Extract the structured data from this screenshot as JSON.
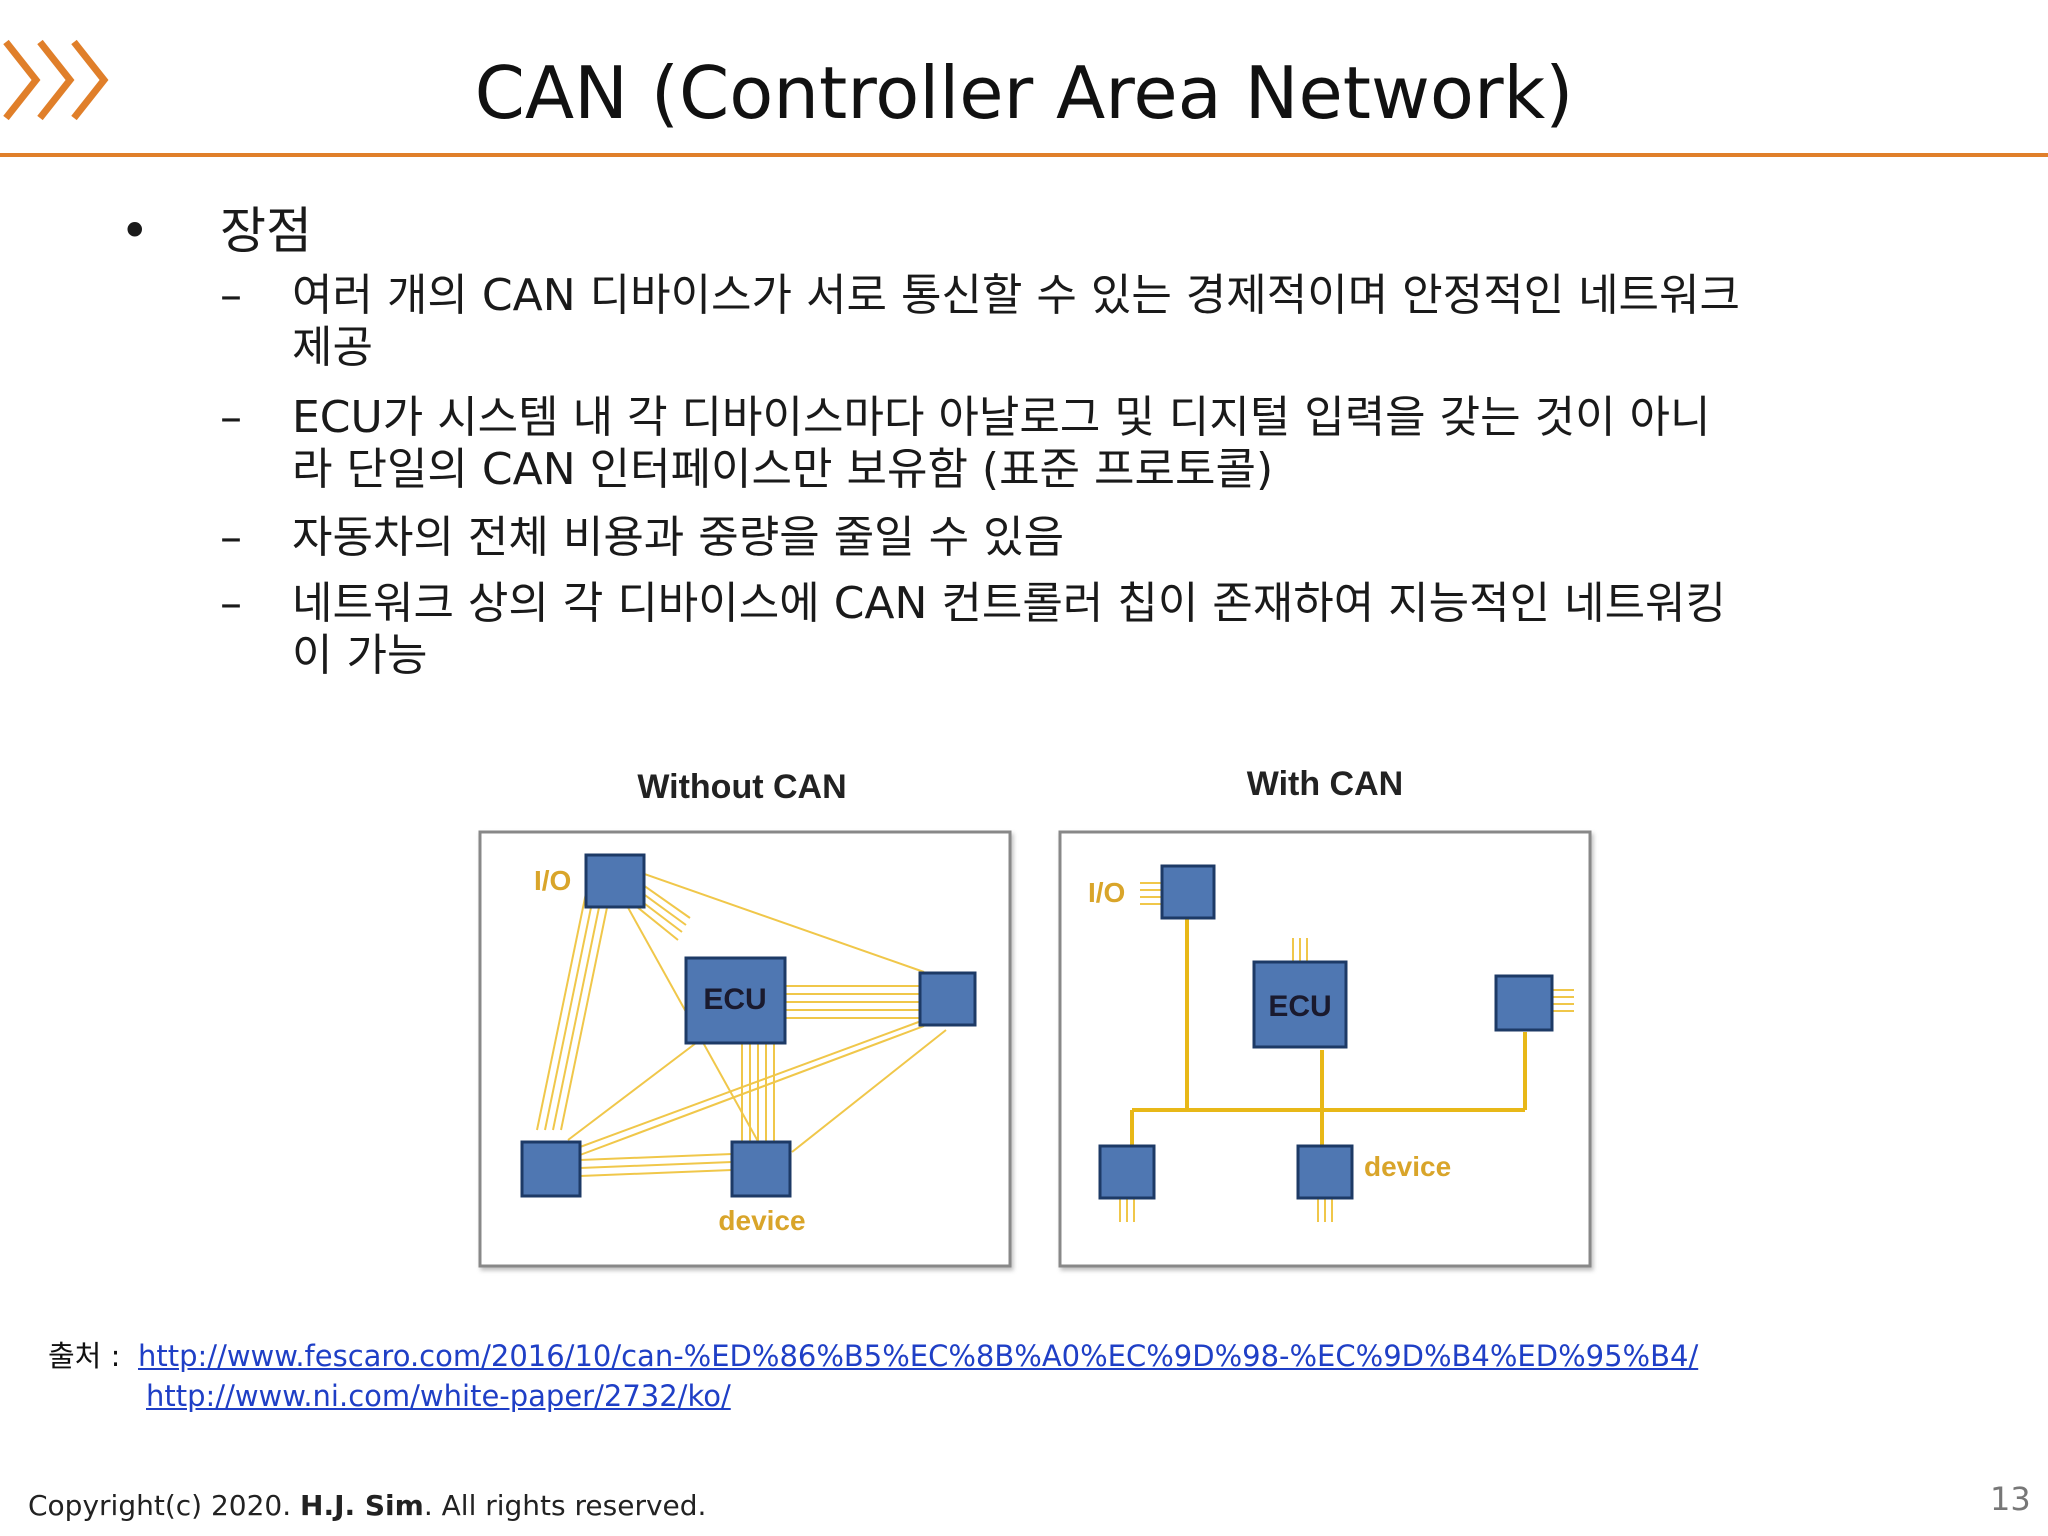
{
  "slide": {
    "title": "CAN (Controller Area Network)",
    "bullet": "장점",
    "sub_items": [
      {
        "lines": [
          "여러 개의 CAN 디바이스가 서로 통신할 수 있는 경제적이며 안정적인 네트워크",
          "제공"
        ]
      },
      {
        "lines": [
          "ECU가 시스템 내 각 디바이스마다 아날로그 및 디지털 입력을  갖는 것이 아니",
          "라 단일의 CAN 인터페이스만 보유함 (표준 프로토콜)"
        ]
      },
      {
        "lines": [
          "자동차의 전체 비용과 중량을 줄일 수 있음"
        ]
      },
      {
        "lines": [
          "네트워크 상의 각 디바이스에 CAN 컨트롤러 칩이 존재하여 지능적인 네트워킹",
          "이 가능"
        ]
      }
    ],
    "dash": "–",
    "dot": "•"
  },
  "diagram": {
    "without_title": "Without CAN",
    "with_title": "With CAN",
    "io_label": "I/O",
    "ecu_label": "ECU",
    "device_label": "device",
    "colors": {
      "node": "#4f77b2",
      "node_border": "#1d3a66",
      "wire": "#f0c74a",
      "bus": "#e8b818",
      "frame": "#888888"
    }
  },
  "source": {
    "label": "출처 :",
    "link1": "http://www.fescaro.com/2016/10/can-%ED%86%B5%EC%8B%A0%EC%9D%98-%EC%9D%B4%ED%95%B4/",
    "link2": "http://www.ni.com/white-paper/2732/ko/"
  },
  "footer": {
    "copyright_prefix": "Copyright(c) 2020. ",
    "author": "H.J. Sim",
    "copyright_suffix": ". All rights reserved.",
    "page": "13"
  },
  "theme": {
    "accent": "#e07f2a"
  }
}
